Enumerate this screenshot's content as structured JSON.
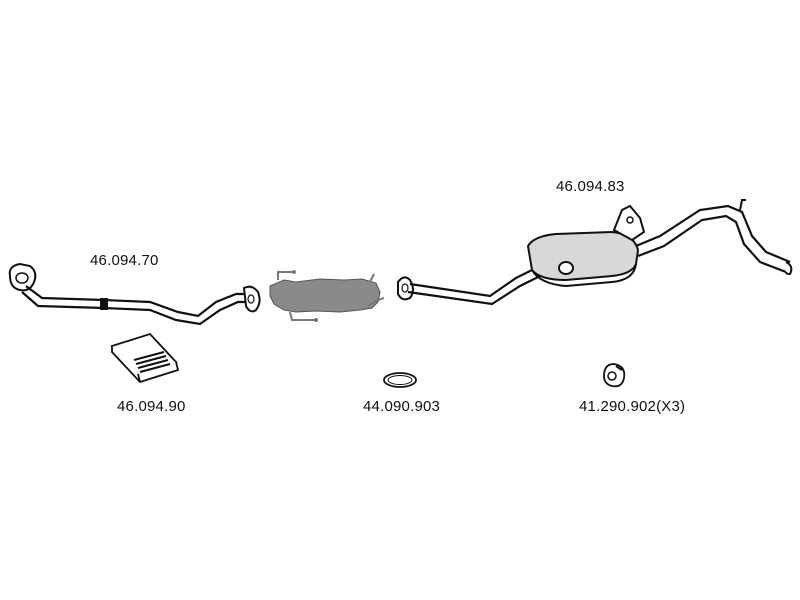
{
  "parts": {
    "front_pipe": {
      "number": "46.094.70"
    },
    "rear_silencer": {
      "number": "46.094.83"
    },
    "mounting_kit": {
      "number": "46.094.90"
    },
    "gasket": {
      "number": "44.090.903"
    },
    "rubber_hanger": {
      "number": "41.290.902(X3)"
    }
  },
  "colors": {
    "line": "#111111",
    "catalyst_fill": "#8a8a8a",
    "silencer_fill": "#d8d8d8"
  }
}
